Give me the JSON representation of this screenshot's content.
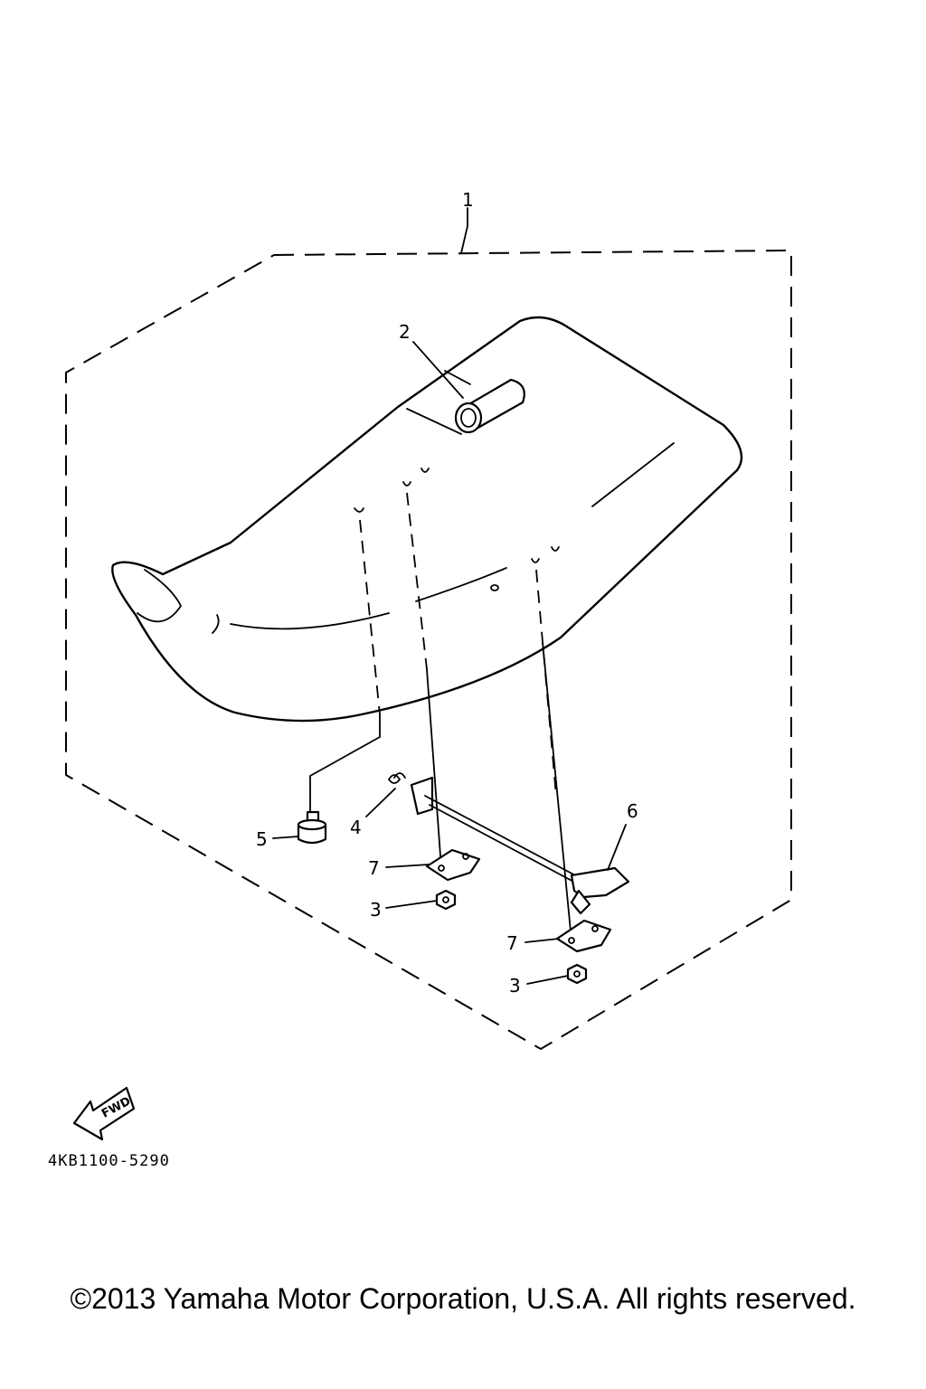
{
  "callouts": {
    "seat_assembly": "1",
    "cover_bushing": "2",
    "nut_right": "3",
    "nut_left": "3",
    "spring": "4",
    "damper": "5",
    "seat_lock": "6",
    "bracket_left": "7",
    "bracket_right": "7"
  },
  "forward_marker": "FWD",
  "part_code": "4KB1100-5290",
  "copyright": "©2013 Yamaha Motor Corporation, U.S.A. All rights reserved."
}
